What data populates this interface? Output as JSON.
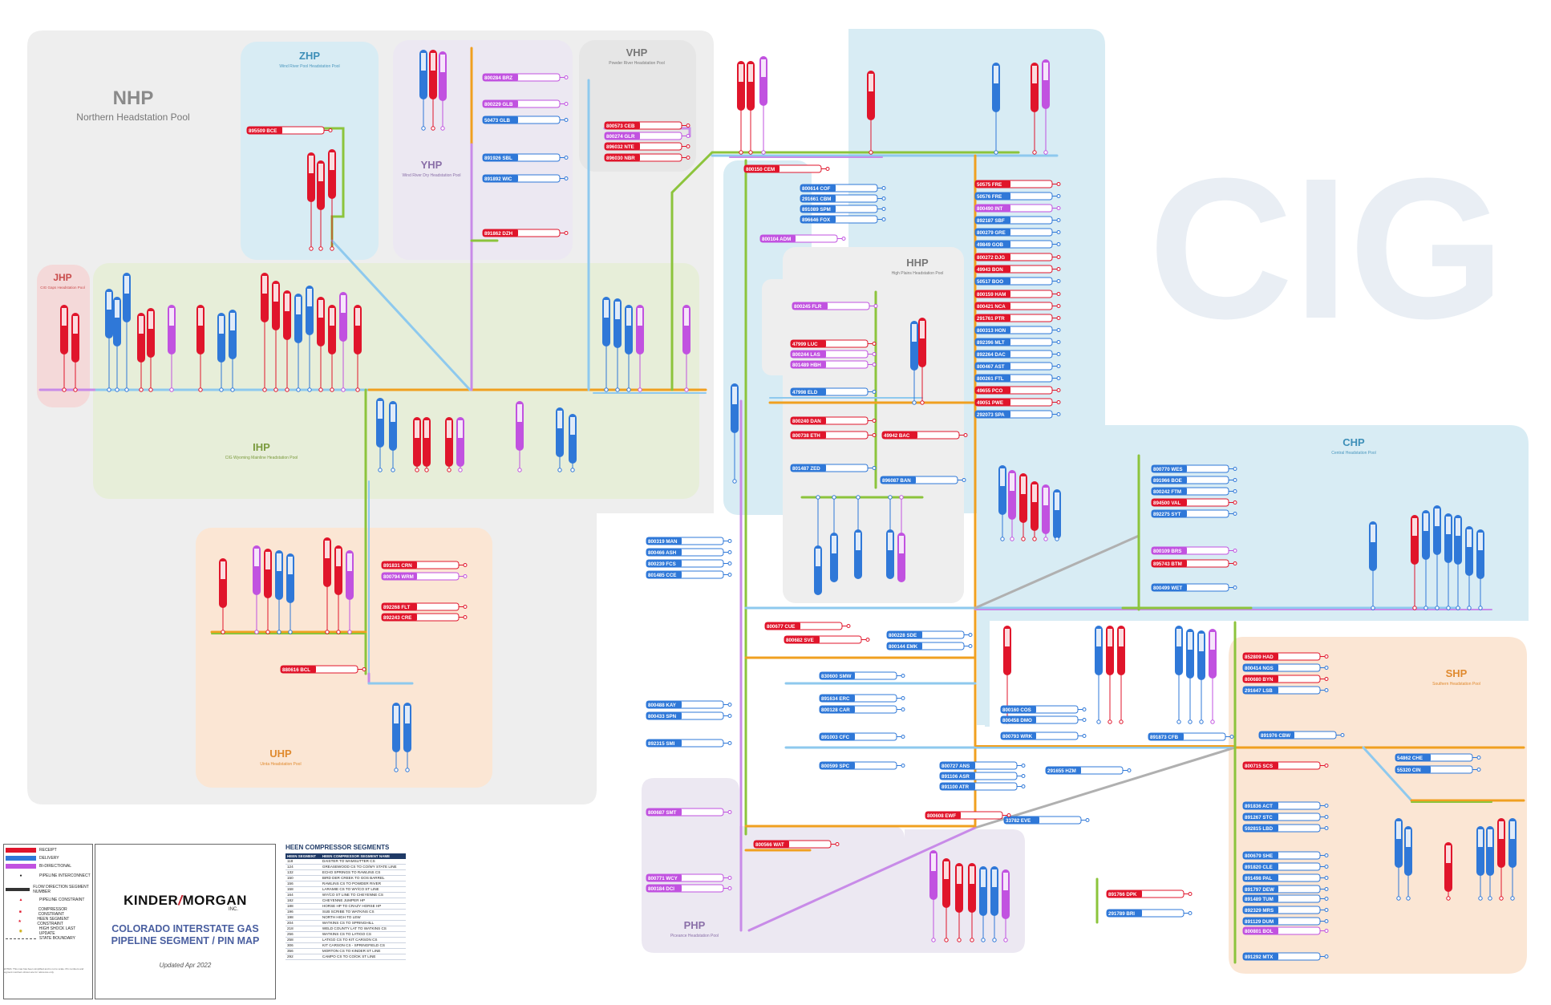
{
  "watermark": "CIG",
  "pools": [
    {
      "code": "NHP",
      "name": "Northern Headstation Pool",
      "color": "#eeeeee"
    },
    {
      "code": "ZHP",
      "name": "Wind River Pool Headstation Pool",
      "color": "#d8ecf4"
    },
    {
      "code": "YHP",
      "name": "Wind River Dry Headstation Pool",
      "color": "#ece8f2"
    },
    {
      "code": "VHP",
      "name": "Powder River Headstation Pool",
      "color": "#eeeeee"
    },
    {
      "code": "JHP",
      "name": "CIG Gaps Headstation Pool",
      "color": "#f4d9d9"
    },
    {
      "code": "IHP",
      "name": "CIG Wyoming Mainline Headstation Pool",
      "color": "#e7eed9"
    },
    {
      "code": "HHP",
      "name": "High Plains Headstation Pool",
      "color": "#eeeeee"
    },
    {
      "code": "CHP",
      "name": "Central Headstation Pool",
      "color": "#d8ecf4"
    },
    {
      "code": "UHP",
      "name": "Uinta Headstation Pool",
      "color": "#fbe6d4"
    },
    {
      "code": "SHP",
      "name": "Southern Headstation Pool",
      "color": "#fbe6d4"
    },
    {
      "code": "PHP",
      "name": "Piceance Headstation Pool",
      "color": "#ece8f2"
    }
  ],
  "colors": {
    "receipt": "#e0152b",
    "delivery": "#2f78d8",
    "bidirectional": "#c152e0",
    "segment_green": "#8cc43c",
    "segment_orange": "#f0a020",
    "segment_blue": "#8ec9ee",
    "segment_purple": "#c88be8",
    "segment_gray": "#b0b0b0"
  },
  "pins_labeled": [
    {
      "num": "895509",
      "code": "BCE",
      "type": "receipt"
    },
    {
      "num": "800284",
      "code": "BRZ",
      "type": "bidirectional"
    },
    {
      "num": "800229",
      "code": "GLB",
      "type": "bidirectional"
    },
    {
      "num": "50473",
      "code": "GLB",
      "type": "delivery"
    },
    {
      "num": "891926",
      "code": "SBL",
      "type": "delivery"
    },
    {
      "num": "891892",
      "code": "WIC",
      "type": "delivery"
    },
    {
      "num": "891862",
      "code": "DZH",
      "type": "receipt"
    },
    {
      "num": "800573",
      "code": "CEB",
      "type": "receipt"
    },
    {
      "num": "800274",
      "code": "GLR",
      "type": "bidirectional"
    },
    {
      "num": "896032",
      "code": "NTE",
      "type": "receipt"
    },
    {
      "num": "896030",
      "code": "NBR",
      "type": "receipt"
    },
    {
      "num": "800150",
      "code": "CEM",
      "type": "receipt"
    },
    {
      "num": "800614",
      "code": "COF",
      "type": "delivery"
    },
    {
      "num": "291661",
      "code": "CBM",
      "type": "delivery"
    },
    {
      "num": "891089",
      "code": "SPM",
      "type": "delivery"
    },
    {
      "num": "896646",
      "code": "FOX",
      "type": "delivery"
    },
    {
      "num": "800104",
      "code": "ADM",
      "type": "bidirectional"
    },
    {
      "num": "800245",
      "code": "FLR",
      "type": "bidirectional"
    },
    {
      "num": "47999",
      "code": "LUC",
      "type": "receipt"
    },
    {
      "num": "800244",
      "code": "LAS",
      "type": "bidirectional"
    },
    {
      "num": "801489",
      "code": "HBH",
      "type": "bidirectional"
    },
    {
      "num": "47998",
      "code": "ELD",
      "type": "delivery"
    },
    {
      "num": "800240",
      "code": "DAN",
      "type": "receipt"
    },
    {
      "num": "800738",
      "code": "ETH",
      "type": "receipt"
    },
    {
      "num": "49942",
      "code": "BAC",
      "type": "receipt"
    },
    {
      "num": "801487",
      "code": "ZED",
      "type": "delivery"
    },
    {
      "num": "896087",
      "code": "BAN",
      "type": "delivery"
    },
    {
      "num": "50575",
      "code": "FRE",
      "type": "receipt"
    },
    {
      "num": "50576",
      "code": "FRE",
      "type": "delivery"
    },
    {
      "num": "800490",
      "code": "INT",
      "type": "bidirectional"
    },
    {
      "num": "892187",
      "code": "SBF",
      "type": "delivery"
    },
    {
      "num": "800279",
      "code": "GRE",
      "type": "delivery"
    },
    {
      "num": "49849",
      "code": "GOB",
      "type": "delivery"
    },
    {
      "num": "800272",
      "code": "DJG",
      "type": "receipt"
    },
    {
      "num": "49943",
      "code": "BON",
      "type": "receipt"
    },
    {
      "num": "50517",
      "code": "BOO",
      "type": "delivery"
    },
    {
      "num": "800159",
      "code": "HAM",
      "type": "receipt"
    },
    {
      "num": "800421",
      "code": "NCA",
      "type": "receipt"
    },
    {
      "num": "291761",
      "code": "PTR",
      "type": "receipt"
    },
    {
      "num": "800313",
      "code": "HON",
      "type": "delivery"
    },
    {
      "num": "892396",
      "code": "MLT",
      "type": "delivery"
    },
    {
      "num": "892264",
      "code": "DAC",
      "type": "delivery"
    },
    {
      "num": "800467",
      "code": "AST",
      "type": "delivery"
    },
    {
      "num": "800261",
      "code": "FTL",
      "type": "delivery"
    },
    {
      "num": "49655",
      "code": "PCO",
      "type": "receipt"
    },
    {
      "num": "49051",
      "code": "PWE",
      "type": "receipt"
    },
    {
      "num": "292073",
      "code": "SPA",
      "type": "delivery"
    },
    {
      "num": "891831",
      "code": "CRN",
      "type": "receipt"
    },
    {
      "num": "800794",
      "code": "WRM",
      "type": "bidirectional"
    },
    {
      "num": "892268",
      "code": "FLT",
      "type": "receipt"
    },
    {
      "num": "892243",
      "code": "CRE",
      "type": "receipt"
    },
    {
      "num": "880616",
      "code": "BCL",
      "type": "receipt"
    },
    {
      "num": "800319",
      "code": "MAN",
      "type": "delivery"
    },
    {
      "num": "800466",
      "code": "ASH",
      "type": "delivery"
    },
    {
      "num": "800239",
      "code": "FCS",
      "type": "delivery"
    },
    {
      "num": "801485",
      "code": "CCE",
      "type": "delivery"
    },
    {
      "num": "800677",
      "code": "CUE",
      "type": "receipt"
    },
    {
      "num": "800682",
      "code": "SVE",
      "type": "receipt"
    },
    {
      "num": "800228",
      "code": "SDE",
      "type": "delivery"
    },
    {
      "num": "800144",
      "code": "EMK",
      "type": "delivery"
    },
    {
      "num": "830600",
      "code": "SMW",
      "type": "delivery"
    },
    {
      "num": "891634",
      "code": "ERC",
      "type": "delivery"
    },
    {
      "num": "800128",
      "code": "CAR",
      "type": "delivery"
    },
    {
      "num": "891003",
      "code": "CFC",
      "type": "delivery"
    },
    {
      "num": "800599",
      "code": "SPC",
      "type": "delivery"
    },
    {
      "num": "800727",
      "code": "ANS",
      "type": "delivery"
    },
    {
      "num": "891106",
      "code": "ASR",
      "type": "delivery"
    },
    {
      "num": "891100",
      "code": "ATR",
      "type": "delivery"
    },
    {
      "num": "800160",
      "code": "COS",
      "type": "delivery"
    },
    {
      "num": "800458",
      "code": "DMO",
      "type": "delivery"
    },
    {
      "num": "800793",
      "code": "WRK",
      "type": "delivery"
    },
    {
      "num": "291655",
      "code": "HZM",
      "type": "delivery"
    },
    {
      "num": "891873",
      "code": "CFB",
      "type": "delivery"
    },
    {
      "num": "33782",
      "code": "EVE",
      "type": "delivery"
    },
    {
      "num": "800488",
      "code": "KAY",
      "type": "delivery"
    },
    {
      "num": "800433",
      "code": "SPN",
      "type": "delivery"
    },
    {
      "num": "892315",
      "code": "SMI",
      "type": "delivery"
    },
    {
      "num": "800687",
      "code": "SMT",
      "type": "bidirectional"
    },
    {
      "num": "800608",
      "code": "EWF",
      "type": "receipt"
    },
    {
      "num": "800566",
      "code": "WAT",
      "type": "receipt"
    },
    {
      "num": "800771",
      "code": "WCY",
      "type": "bidirectional"
    },
    {
      "num": "800184",
      "code": "DCI",
      "type": "bidirectional"
    },
    {
      "num": "800770",
      "code": "WES",
      "type": "delivery"
    },
    {
      "num": "891966",
      "code": "BOE",
      "type": "delivery"
    },
    {
      "num": "800242",
      "code": "FTM",
      "type": "delivery"
    },
    {
      "num": "894500",
      "code": "VAL",
      "type": "receipt"
    },
    {
      "num": "892275",
      "code": "SYT",
      "type": "delivery"
    },
    {
      "num": "800109",
      "code": "BRS",
      "type": "bidirectional"
    },
    {
      "num": "895743",
      "code": "BTM",
      "type": "receipt"
    },
    {
      "num": "800499",
      "code": "WET",
      "type": "delivery"
    },
    {
      "num": "852809",
      "code": "HAD",
      "type": "receipt"
    },
    {
      "num": "800414",
      "code": "NGS",
      "type": "delivery"
    },
    {
      "num": "800680",
      "code": "BYN",
      "type": "receipt"
    },
    {
      "num": "291647",
      "code": "LSB",
      "type": "delivery"
    },
    {
      "num": "891976",
      "code": "CBW",
      "type": "delivery"
    },
    {
      "num": "54862",
      "code": "CHE",
      "type": "delivery"
    },
    {
      "num": "800715",
      "code": "SCS",
      "type": "receipt"
    },
    {
      "num": "55320",
      "code": "CIN",
      "type": "delivery"
    },
    {
      "num": "891836",
      "code": "ACT",
      "type": "delivery"
    },
    {
      "num": "891267",
      "code": "STC",
      "type": "delivery"
    },
    {
      "num": "592815",
      "code": "LBD",
      "type": "delivery"
    },
    {
      "num": "800679",
      "code": "SHE",
      "type": "delivery"
    },
    {
      "num": "891820",
      "code": "CLE",
      "type": "delivery"
    },
    {
      "num": "891498",
      "code": "PAL",
      "type": "delivery"
    },
    {
      "num": "891797",
      "code": "DEW",
      "type": "delivery"
    },
    {
      "num": "891489",
      "code": "TUM",
      "type": "delivery"
    },
    {
      "num": "892329",
      "code": "MRS",
      "type": "delivery"
    },
    {
      "num": "891129",
      "code": "DUM",
      "type": "delivery"
    },
    {
      "num": "800801",
      "code": "BOL",
      "type": "bidirectional"
    },
    {
      "num": "891292",
      "code": "MTX",
      "type": "delivery"
    },
    {
      "num": "891766",
      "code": "DPK",
      "type": "receipt"
    },
    {
      "num": "291789",
      "code": "BRI",
      "type": "delivery"
    }
  ],
  "legend": {
    "items": [
      "RECEIPT",
      "DELIVERY",
      "BI-DIRECTIONAL",
      "PIPELINE INTERCONNECT",
      "FLOW DIRECTION SEGMENT NUMBER",
      "PIPELINE CONSTRAINT",
      "COMPRESSOR CONSTRAINT",
      "HEEN SEGMENT CONSTRAINT",
      "HIGH SHOCK LAST UPDATE",
      "STATE BOUNDARY"
    ]
  },
  "title_block": {
    "company": "KINDER",
    "company_slash": "/",
    "company_end": "MORGAN",
    "company_sub": "INC.",
    "title_line1": "COLORADO INTERSTATE GAS",
    "title_line2": "PIPELINE SEGMENT / PIN MAP",
    "updated": "Updated Apr 2022"
  },
  "compressor_table": {
    "heading": "HEEN COMPRESSOR SEGMENTS",
    "col1": "HEEN SEGMENT",
    "col2": "HEEN COMPRESSOR SEGMENT NAME",
    "rows": [
      [
        "118",
        "DAISTER TO WAMSUTTER CS"
      ],
      [
        "124",
        "GREASEWOOD CS TO CO/WY STATE LINE"
      ],
      [
        "132",
        "ECHO SPRINGS TO RAWLINS CS"
      ],
      [
        "150",
        "BIRD DER CREEK TO GOS BARREL"
      ],
      [
        "156",
        "RAWLINS CS TO POWDER RIVER"
      ],
      [
        "158",
        "LARAMIE CS TO WY/CO ST LINE"
      ],
      [
        "164",
        "WY/CO ST LINE TO CHEYENNE CS"
      ],
      [
        "182",
        "CHEYENNE JUMPER HP"
      ],
      [
        "188",
        "HORSE HP TO CRAZY HORSE HP"
      ],
      [
        "196",
        "SUB SCRIBE TO WATKINS CS"
      ],
      [
        "198",
        "NORTH HIGH TO LEW"
      ],
      [
        "204",
        "WATKINS CS TO SPRINGHILL"
      ],
      [
        "218",
        "WELD COUNTY LAT TO WATKINS CS"
      ],
      [
        "256",
        "WATKINS CS TO LATIGO CS"
      ],
      [
        "258",
        "LATIGO CS TO KIT CARSON CS"
      ],
      [
        "306",
        "KIT CARSON CS - SPRINGFIELD CS"
      ],
      [
        "356",
        "MORTON CS TO KINDER ST LINE"
      ],
      [
        "292",
        "CAMPO CS TO CO/OK ST LINE"
      ]
    ]
  },
  "notes": "NOTES: This map has been simplified and is not to scale. Pin numbers and segment numbers shown are for reference only."
}
